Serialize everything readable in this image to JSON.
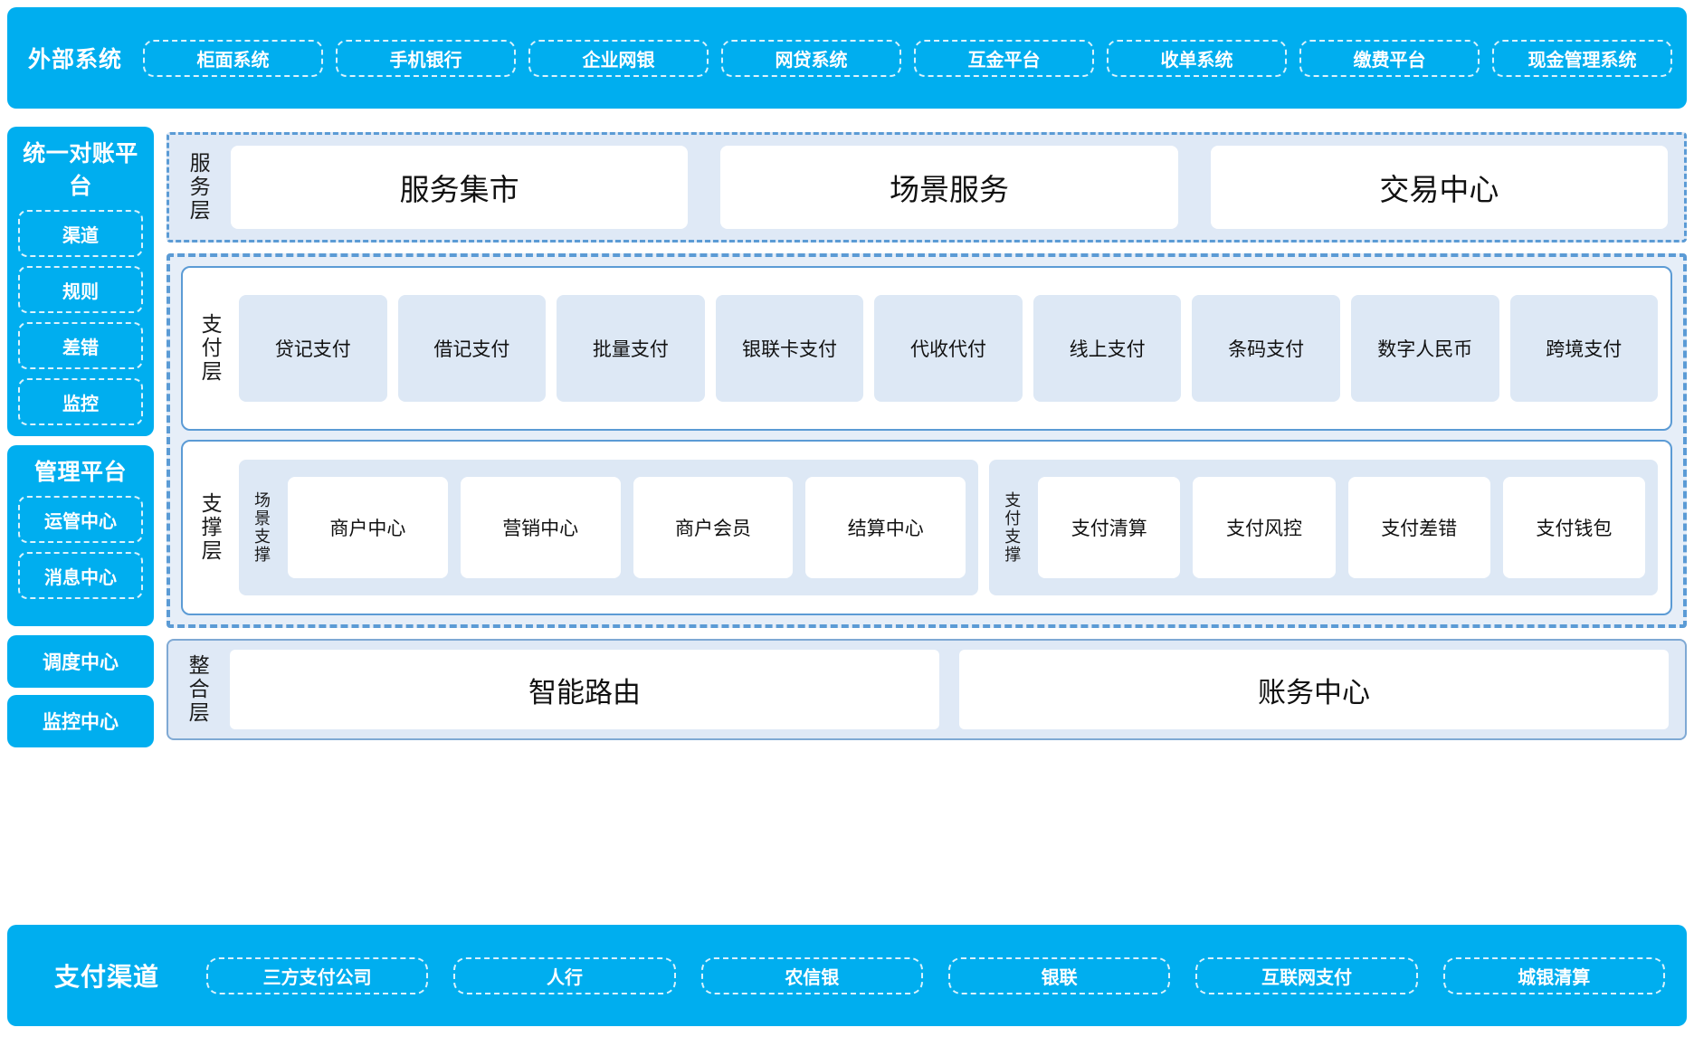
{
  "theme": {
    "brand_cyan": "#00AEEF",
    "dashed_blue": "#5b9bd5",
    "panel_light": "#dfe9f6",
    "chip_light": "#dde8f5"
  },
  "external": {
    "title": "外部系统",
    "items": [
      "柜面系统",
      "手机银行",
      "企业网银",
      "网贷系统",
      "互金平台",
      "收单系统",
      "缴费平台",
      "现金管理系统"
    ]
  },
  "sidebar": {
    "reconciliation": {
      "title": "统一对账平台",
      "items": [
        "渠道",
        "规则",
        "差错",
        "监控"
      ]
    },
    "management": {
      "title": "管理平台",
      "items": [
        "运管中心",
        "消息中心"
      ]
    },
    "standalone": [
      "调度中心",
      "监控中心"
    ]
  },
  "service_layer": {
    "label": "服务层",
    "cards": [
      "服务集市",
      "场景服务",
      "交易中心"
    ]
  },
  "payment_layer": {
    "label": "支付层",
    "cards": [
      "贷记支付",
      "借记支付",
      "批量支付",
      "银联卡支付",
      "代收代付",
      "线上支付",
      "条码支付",
      "数字人民币",
      "跨境支付"
    ]
  },
  "support_layer": {
    "label": "支撑层",
    "groups": [
      {
        "label": "场景支撑",
        "cards": [
          "商户中心",
          "营销中心",
          "商户会员",
          "结算中心"
        ]
      },
      {
        "label": "支付支撑",
        "cards": [
          "支付清算",
          "支付风控",
          "支付差错",
          "支付钱包"
        ]
      }
    ]
  },
  "integration_layer": {
    "label": "整合层",
    "cards": [
      "智能路由",
      "账务中心"
    ]
  },
  "channels": {
    "title": "支付渠道",
    "items": [
      "三方支付公司",
      "人行",
      "农信银",
      "银联",
      "互联网支付",
      "城银清算"
    ]
  }
}
